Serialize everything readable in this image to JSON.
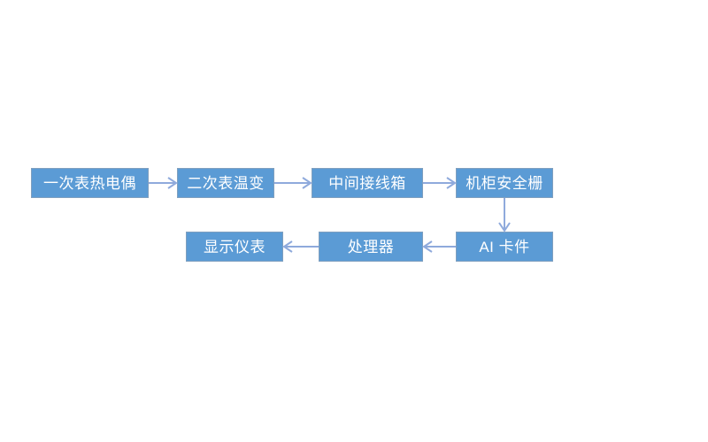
{
  "diagram": {
    "type": "flowchart",
    "background_color": "#ffffff",
    "node_fill_color": "#5b9bd5",
    "node_border_color": "#7f9fbf",
    "node_text_color": "#ffffff",
    "arrow_color": "#8faadc",
    "nodes": [
      {
        "id": "thermocouple",
        "label": "一次表热电偶",
        "row": 1,
        "order": 1
      },
      {
        "id": "transmitter",
        "label": "二次表温变",
        "row": 1,
        "order": 2
      },
      {
        "id": "junction",
        "label": "中间接线箱",
        "row": 1,
        "order": 3
      },
      {
        "id": "barrier",
        "label": "机柜安全栅",
        "row": 1,
        "order": 4
      },
      {
        "id": "aicard",
        "label": "AI 卡件",
        "row": 2,
        "order": 1
      },
      {
        "id": "processor",
        "label": "处理器",
        "row": 2,
        "order": 2
      },
      {
        "id": "display",
        "label": "显示仪表",
        "row": 2,
        "order": 3
      }
    ],
    "connectors": [
      {
        "id": "thermocouple-to-transmitter",
        "from": "thermocouple",
        "to": "transmitter",
        "direction": "right"
      },
      {
        "id": "transmitter-to-junction",
        "from": "transmitter",
        "to": "junction",
        "direction": "right"
      },
      {
        "id": "junction-to-barrier",
        "from": "junction",
        "to": "barrier",
        "direction": "right"
      },
      {
        "id": "barrier-to-aicard",
        "from": "barrier",
        "to": "aicard",
        "direction": "down"
      },
      {
        "id": "aicard-to-processor",
        "from": "aicard",
        "to": "processor",
        "direction": "left"
      },
      {
        "id": "processor-to-display",
        "from": "processor",
        "to": "display",
        "direction": "left"
      }
    ]
  }
}
